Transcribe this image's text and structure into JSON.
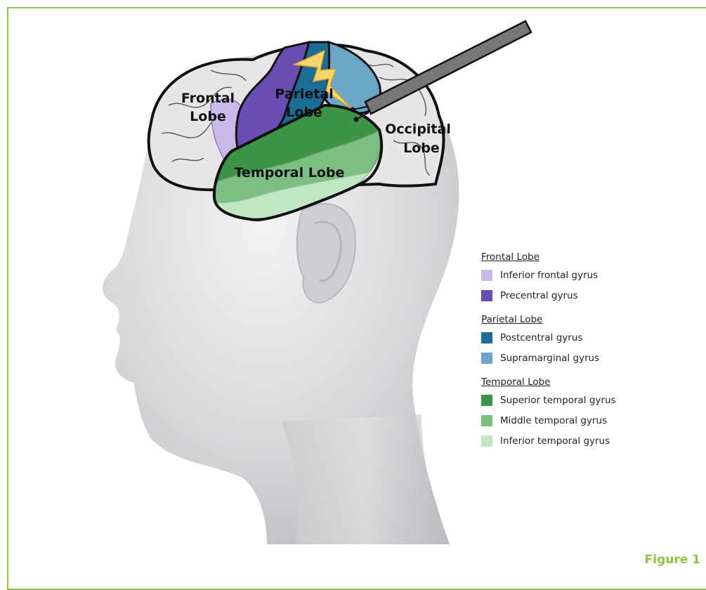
{
  "figure_label": "Figure 1",
  "diagram": {
    "lobe_labels": {
      "frontal_line1": "Frontal",
      "frontal_line2": "Lobe",
      "parietal_line1": "Parietal",
      "parietal_line2": "Lobe",
      "occipital_line1": "Occipital",
      "occipital_line2": "Lobe",
      "temporal": "Temporal Lobe"
    },
    "probe_icon": "electrode-probe-icon",
    "stimulation_icon": "lightning-bolt-icon"
  },
  "legend": {
    "groups": [
      {
        "heading": "Frontal Lobe",
        "items": [
          {
            "label": "Inferior frontal gyrus",
            "color": "#c9b8e8"
          },
          {
            "label": "Precentral gyrus",
            "color": "#6a4db3"
          }
        ]
      },
      {
        "heading": "Parietal Lobe",
        "items": [
          {
            "label": "Postcentral gyrus",
            "color": "#1b6d96"
          },
          {
            "label": "Supramarginal gyrus",
            "color": "#6aa7c6"
          }
        ]
      },
      {
        "heading": "Temporal Lobe",
        "items": [
          {
            "label": "Superior temporal gyrus",
            "color": "#3d9447"
          },
          {
            "label": "Middle temporal gyrus",
            "color": "#7cbf83"
          },
          {
            "label": "Inferior temporal gyrus",
            "color": "#c0e6c3"
          }
        ]
      }
    ]
  },
  "colors": {
    "frame_border": "#8cc63f",
    "head": "#d9d9dc",
    "brain_base": "#e6e6e8",
    "probe": "#777777",
    "bolt": "#f9d56e"
  }
}
